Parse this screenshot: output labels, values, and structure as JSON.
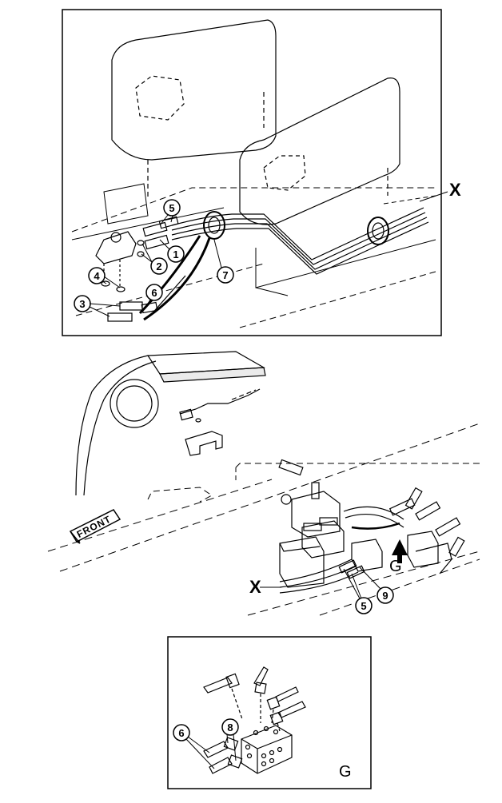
{
  "callouts_top": [
    "1",
    "2",
    "3",
    "4",
    "5",
    "6",
    "7"
  ],
  "callouts_mid": [
    "5",
    "9"
  ],
  "callouts_detail": [
    "6",
    "8"
  ],
  "section_marker": "X",
  "view_marker": "G",
  "front_label": "FRONT",
  "colors": {
    "ink": "#000000",
    "paper": "#ffffff"
  }
}
